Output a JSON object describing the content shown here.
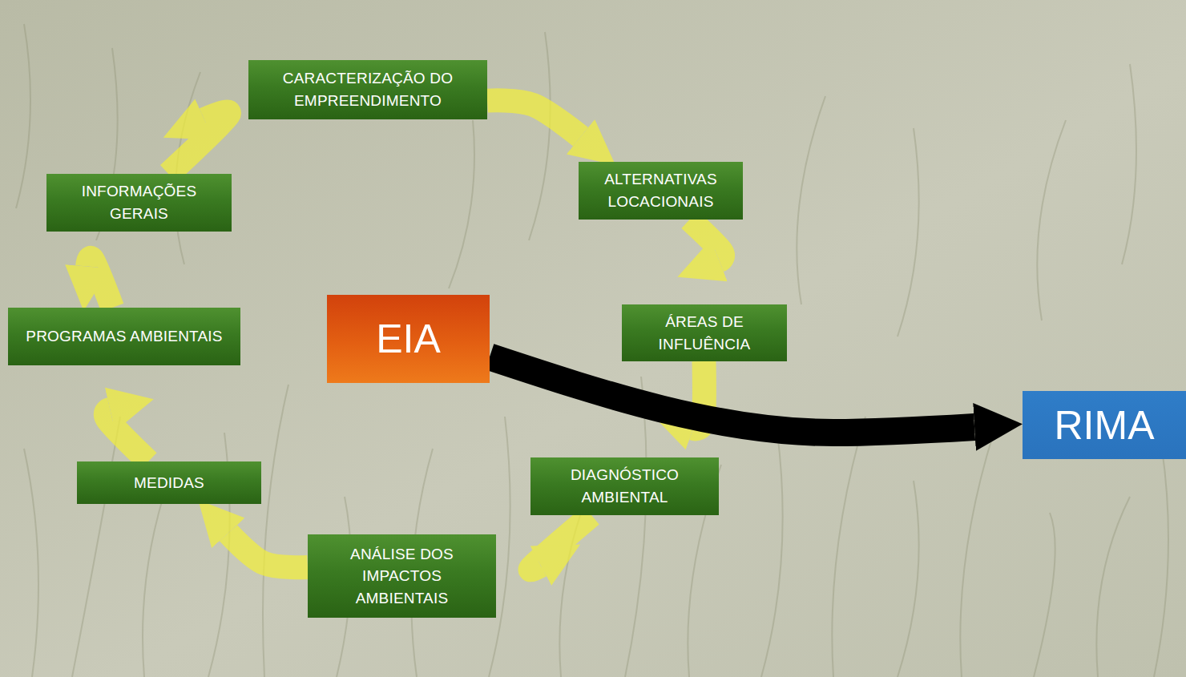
{
  "diagram": {
    "nodes": [
      {
        "text": [
          "INFORMAÇÕES GERAIS"
        ]
      },
      {
        "text": [
          "CARACTERIZAÇÃO DO EMPREENDIMENTO"
        ]
      },
      {
        "text": [
          "ALTERNATIVAS LOCACIONAIS"
        ]
      },
      {
        "text": [
          "ÁREAS DE INFLUÊNCIA"
        ]
      },
      {
        "text": [
          "DIAGNÓSTICO AMBIENTAL"
        ]
      },
      {
        "text": [
          "ANÁLISE DOS IMPACTOS AMBIENTAIS"
        ]
      },
      {
        "text": [
          "MEDIDAS"
        ]
      },
      {
        "text": [
          "PROGRAMAS AMBIENTAIS"
        ]
      },
      {
        "text": [
          "EIA"
        ]
      },
      {
        "text": [
          "RIMA"
        ]
      }
    ],
    "edges": [
      {
        "from": 0,
        "to": 1,
        "arrow": "to"
      },
      {
        "from": 1,
        "to": 2,
        "arrow": "to"
      },
      {
        "from": 2,
        "to": 3,
        "arrow": "to"
      },
      {
        "from": 3,
        "to": 4,
        "arrow": "to"
      },
      {
        "from": 4,
        "to": 5,
        "arrow": "to"
      },
      {
        "from": 5,
        "to": 6,
        "arrow": "to"
      },
      {
        "from": 6,
        "to": 7,
        "arrow": "to"
      },
      {
        "from": 7,
        "to": 0,
        "arrow": "to"
      },
      {
        "from": 8,
        "to": 9,
        "arrow": "to"
      }
    ]
  }
}
